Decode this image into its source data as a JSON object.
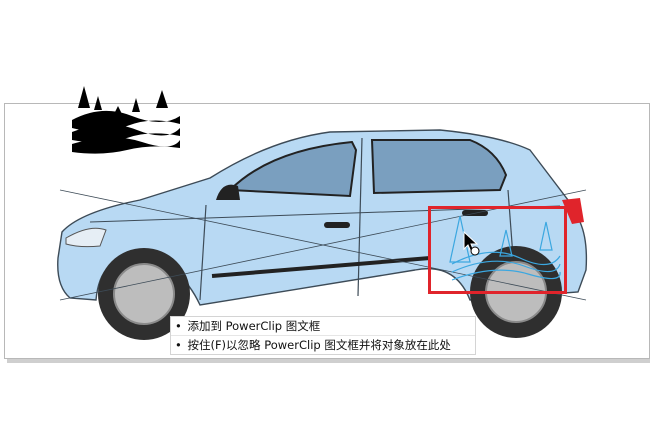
{
  "tooltip": {
    "lines": [
      {
        "bullet": "•",
        "text": "添加到 PowerClip 图文框"
      },
      {
        "bullet": "•",
        "text": "按住(F)以忽略 PowerClip 图文框并将对象放在此处"
      }
    ]
  },
  "colors": {
    "car_body": "#b8d9f3",
    "car_outline": "#3d4b57",
    "highlight_frame": "#e0242b",
    "dragged_outline": "#3ba7e0",
    "tire": "#2f2f2f",
    "rim": "#bdbdbd"
  },
  "icons": {
    "logo": "landscape-trees-logo",
    "cursor": "move-arrow-cursor",
    "dragged_object": "landscape-outline-preview"
  }
}
